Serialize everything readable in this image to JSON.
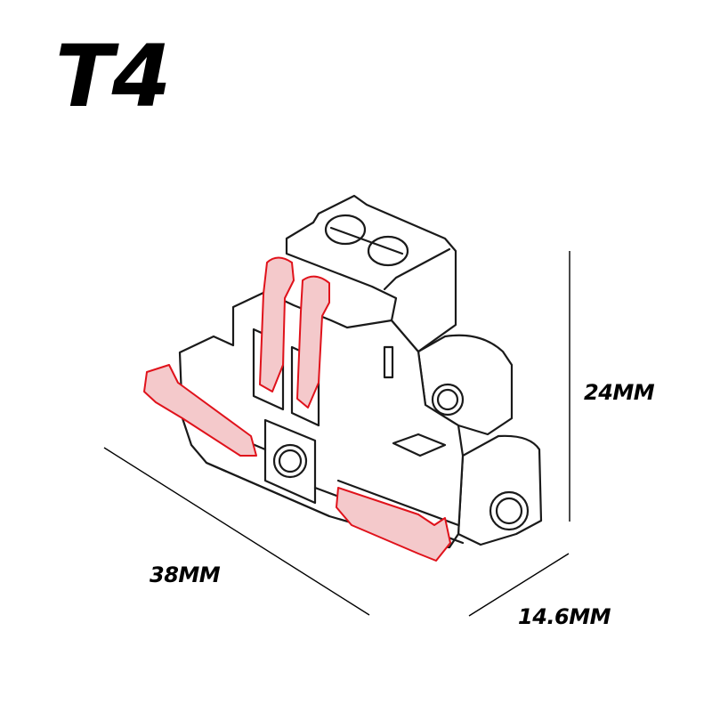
{
  "title": "T4",
  "dimensions": {
    "height": "24MM",
    "length": "38MM",
    "depth": "14.6MM"
  },
  "colors": {
    "outline": "#1a1a1a",
    "lever_stroke": "#e0121b",
    "lever_fill": "#f4c9cb",
    "body_fill": "#ffffff",
    "dimension_line": "#000000"
  }
}
